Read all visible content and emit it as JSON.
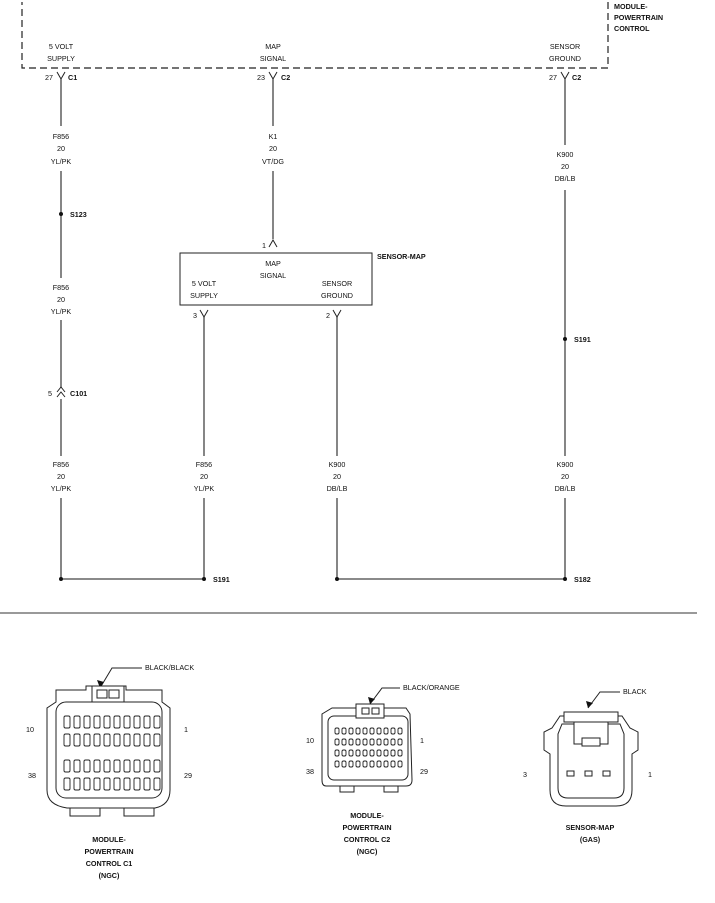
{
  "pcm": {
    "name_lines": [
      "MODULE-",
      "POWERTRAIN",
      "CONTROL"
    ],
    "pins": [
      {
        "label_lines": [
          "5 VOLT",
          "SUPPLY"
        ],
        "pin": "27",
        "conn": "C1"
      },
      {
        "label_lines": [
          "MAP",
          "SIGNAL"
        ],
        "pin": "23",
        "conn": "C2"
      },
      {
        "label_lines": [
          "SENSOR",
          "GROUND"
        ],
        "pin": "27",
        "conn": "C2"
      }
    ]
  },
  "wires": {
    "f856_top": [
      "F856",
      "20",
      "YL/PK"
    ],
    "k1": [
      "K1",
      "20",
      "VT/DG"
    ],
    "k900_top": [
      "K900",
      "20",
      "DB/LB"
    ],
    "f856_mid": [
      "F856",
      "20",
      "YL/PK"
    ],
    "f856_bottom": [
      "F856",
      "20",
      "YL/PK"
    ],
    "f856_sensor": [
      "F856",
      "20",
      "YL/PK"
    ],
    "k900_sensor": [
      "K900",
      "20",
      "DB/LB"
    ],
    "k900_bottom": [
      "K900",
      "20",
      "DB/LB"
    ]
  },
  "splices": {
    "s123": "S123",
    "s191_right": "S191",
    "s191": "S191",
    "s182": "S182"
  },
  "inline": {
    "pin": "5",
    "name": "C101"
  },
  "sensor": {
    "name": "SENSOR-MAP",
    "pin_top": "1",
    "signal_lines": [
      "MAP",
      "SIGNAL"
    ],
    "supply_lines": [
      "5 VOLT",
      "SUPPLY"
    ],
    "ground_lines": [
      "SENSOR",
      "GROUND"
    ],
    "pin_supply": "3",
    "pin_ground": "2"
  },
  "connectors": [
    {
      "color": "BLACK/BLACK",
      "title_lines": [
        "MODULE-",
        "POWERTRAIN",
        "CONTROL C1",
        "(NGC)"
      ],
      "pin_tl": "10",
      "pin_tr": "1",
      "pin_bl": "38",
      "pin_br": "29"
    },
    {
      "color": "BLACK/ORANGE",
      "title_lines": [
        "MODULE-",
        "POWERTRAIN",
        "CONTROL C2",
        "(NGC)"
      ],
      "pin_tl": "10",
      "pin_tr": "1",
      "pin_bl": "38",
      "pin_br": "29"
    },
    {
      "color": "BLACK",
      "title_lines": [
        "SENSOR-MAP",
        "(GAS)"
      ],
      "pin_left": "3",
      "pin_right": "1"
    }
  ]
}
